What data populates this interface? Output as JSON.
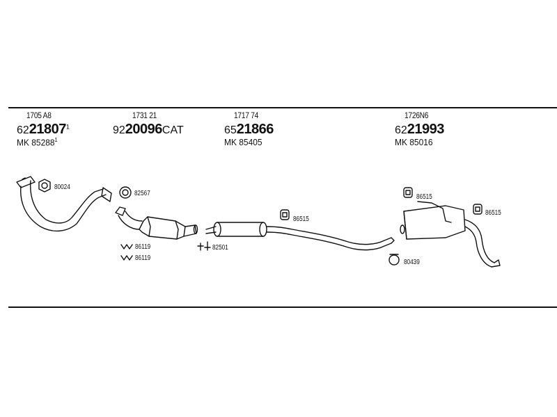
{
  "groups": [
    {
      "code": "1705 A8",
      "pn_prefix": "62",
      "pn_main": "21807",
      "pn_sup": "1",
      "mk_text": "MK 85288",
      "mk_sup": "1"
    },
    {
      "code": "1731 21",
      "pn_prefix": "92",
      "pn_main": "20096",
      "pn_suffix": "CAT"
    },
    {
      "code": "1717 74",
      "pn_prefix": "65",
      "pn_main": "21866",
      "mk_text": "MK 85405"
    },
    {
      "code": "1726N6",
      "pn_prefix": "62",
      "pn_main": "21993",
      "mk_text": "MK 85016"
    }
  ],
  "callouts": {
    "c80024": "80024",
    "c82567": "82567",
    "c86119a": "86119",
    "c86119b": "86119",
    "c82501": "82501",
    "c86515a": "86515",
    "c86515b": "86515",
    "c86515c": "86515",
    "c80439": "80439"
  }
}
